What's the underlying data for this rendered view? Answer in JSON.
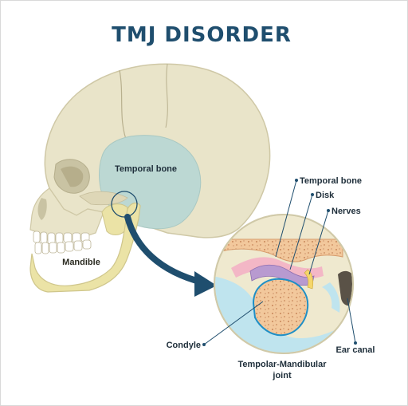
{
  "title": "TMJ DISORDER",
  "labels": {
    "temporal_bone_skull": "Temporal bone",
    "mandible": "Mandible",
    "temporal_bone_zoom": "Temporal bone",
    "disk": "Disk",
    "nerves": "Nerves",
    "condyle": "Condyle",
    "ear_canal": "Ear canal",
    "joint_line1": "Tempolar-Mandibular",
    "joint_line2": "joint"
  },
  "colors": {
    "title": "#1f4e6e",
    "skull": "#e9e4c9",
    "skull_shadow": "#c9c3a3",
    "temporal_region": "#bcd8d3",
    "mandible": "#ebe3a6",
    "bone_orange": "#f2c89c",
    "disk": "#b89ad0",
    "nerves": "#f5d66a",
    "cartilage": "#f3b7c6",
    "tissue": "#bfe4ee",
    "arrow": "#1f4e6e",
    "ear_canal": "#5a5247"
  }
}
